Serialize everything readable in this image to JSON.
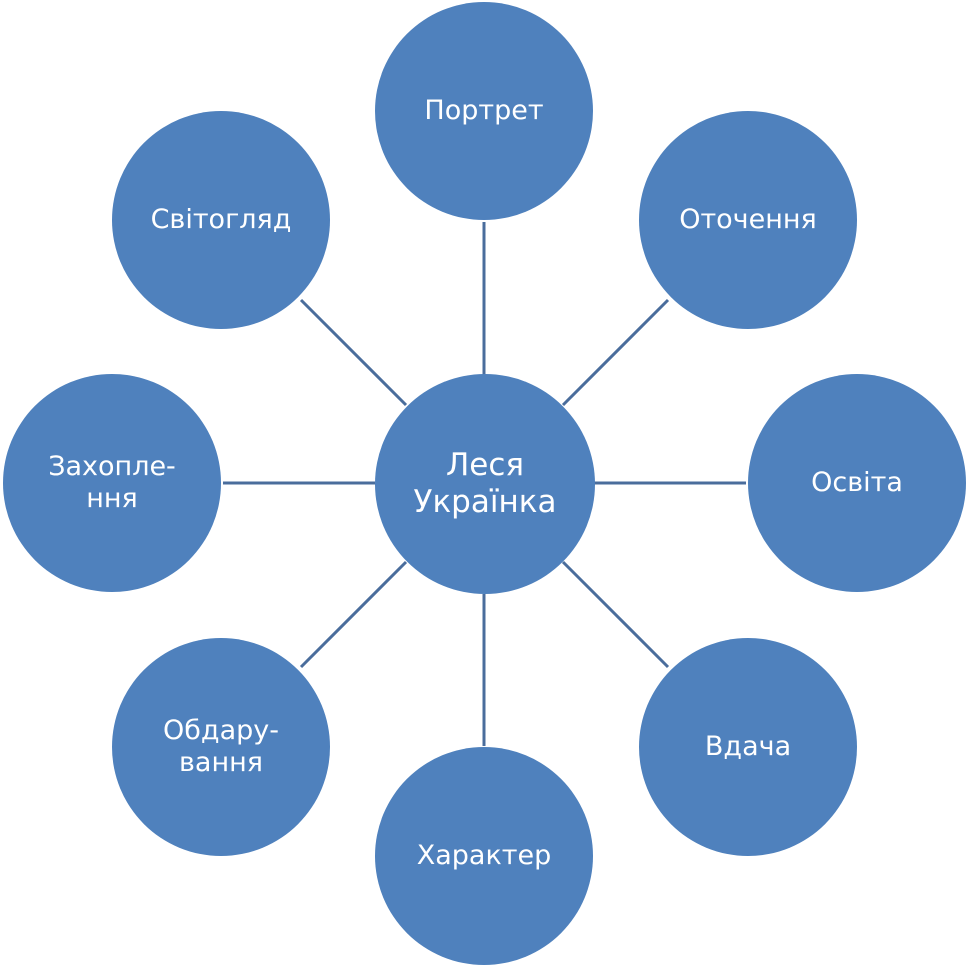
{
  "diagram": {
    "center": {
      "label": "Леся\nУкраїнка"
    },
    "nodes": [
      {
        "id": "portret",
        "label": "Портрет"
      },
      {
        "id": "otochennia",
        "label": "Оточення"
      },
      {
        "id": "osvita",
        "label": "Освіта"
      },
      {
        "id": "vdacha",
        "label": "Вдача"
      },
      {
        "id": "kharakter",
        "label": "Характер"
      },
      {
        "id": "obdaruvannia",
        "label": "Обдару-\nвання"
      },
      {
        "id": "zakhoplennia",
        "label": "Захопле-\nння"
      },
      {
        "id": "svitohliad",
        "label": "Світогляд"
      }
    ],
    "colors": {
      "node_fill": "#4f81bd",
      "connector": "#4a6d9c",
      "text": "#ffffff"
    }
  }
}
